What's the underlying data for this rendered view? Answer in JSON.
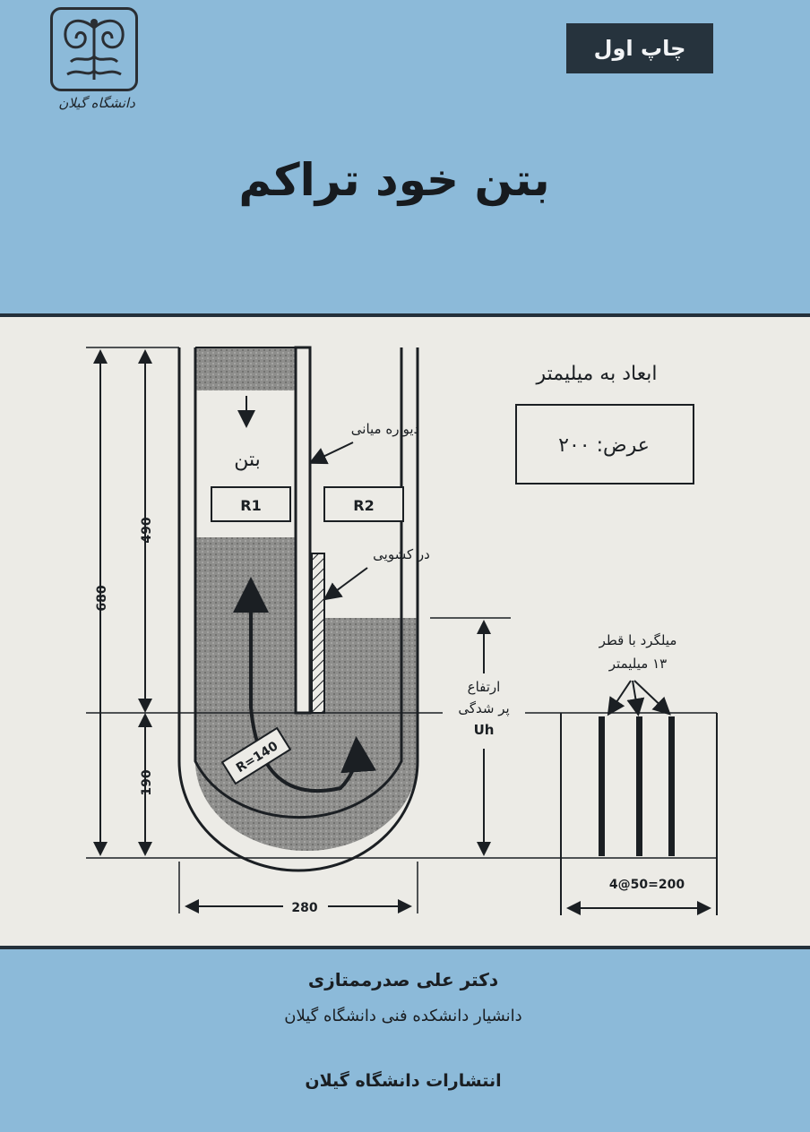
{
  "badge": {
    "edition": "چاپ اول"
  },
  "logo": {
    "caption": "دانشگاه گیلان"
  },
  "title": "بتن خود تراکم",
  "diagram": {
    "units_note": "ابعاد به میلیمتر",
    "width_note": "عرض: ۲۰۰",
    "label_concrete": "بتن",
    "label_middle_wall": "دیواره میانی",
    "label_sliding_gate": "در کشویی",
    "label_r1": "R1",
    "label_r2": "R2",
    "label_rebar": "میلگرد با قطر",
    "label_rebar_size": "۱۳ میلیمتر",
    "label_fill_height_1": "ارتفاع",
    "label_fill_height_2": "پر شدگی",
    "label_uh": "Uh",
    "label_radius": "R=140",
    "dim_680": "680",
    "dim_490": "490",
    "dim_190": "190",
    "dim_280": "280",
    "dim_rebar_spacing": "4@50=200"
  },
  "author": {
    "name": "دکتر علی صدرممتازی",
    "affiliation": "دانشیار دانشکده فنی دانشگاه گیلان"
  },
  "publisher": "انتشارات دانشگاه گیلان",
  "colors": {
    "sky": "#8cbad9",
    "paper": "#ecebe6",
    "ink": "#1b1f23",
    "badge": "#26333d"
  }
}
